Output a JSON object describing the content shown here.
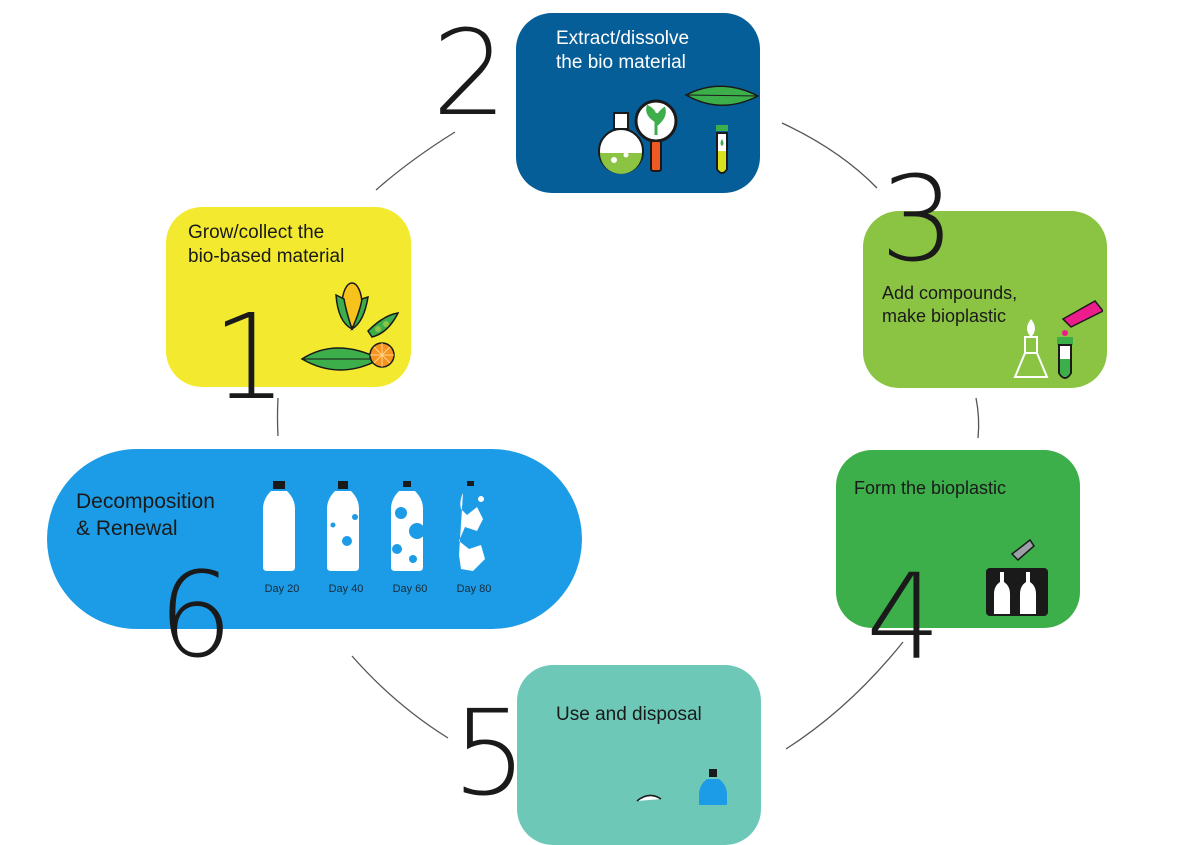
{
  "colors": {
    "step1_bg": "#f3ea30",
    "step2_bg": "#065e99",
    "step3_bg": "#8bc443",
    "step4_bg": "#3cae4a",
    "step5_bg": "#6ec8b7",
    "step6_bg": "#1c9ce6",
    "number_color": "#1a1a1a",
    "connector_color": "#555555"
  },
  "steps": [
    {
      "number": "1",
      "line1": "Grow/collect the",
      "line2": "bio-based material",
      "icon": "corn-leaf-orange-icon"
    },
    {
      "number": "2",
      "line1": "Extract/dissolve",
      "line2": "the bio material",
      "icon": "flask-magnifier-leaf-icon"
    },
    {
      "number": "3",
      "line1": "Add  compounds,",
      "line2": "make bioplastic",
      "icon": "flask-test-tube-icon"
    },
    {
      "number": "4",
      "line1": "Form the bioplastic",
      "line2": "",
      "icon": "mold-bottle-icon"
    },
    {
      "number": "5",
      "line1": "Use and disposal",
      "line2": "",
      "icon": "bottle-icon"
    },
    {
      "number": "6",
      "line1": "Decomposition",
      "line2": "& Renewal",
      "icon": "decomposing-bottles-icon"
    }
  ],
  "decomposition_days": [
    "Day 20",
    "Day 40",
    "Day 60",
    "Day 80"
  ]
}
